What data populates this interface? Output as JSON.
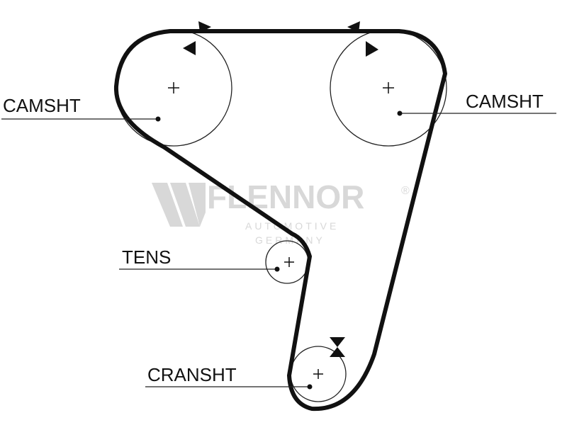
{
  "labels": {
    "camshaft_left": "CAMSHT",
    "camshaft_right": "CAMSHT",
    "tensioner": "TENS",
    "crankshaft": "CRANSHT"
  },
  "watermark": {
    "brand": "FLENNOR",
    "line1": "AUTOMOTIVE",
    "line2": "GERMANY",
    "registered": "®"
  },
  "colors": {
    "belt": "#111111",
    "pulley": "#222222",
    "label_text": "#111111",
    "watermark": "#d8d8d8"
  },
  "icons": {
    "watermark_logo": "flennor-logo-icon",
    "direction_marker": "triangle-arrow-icon",
    "center_mark": "crosshair-icon"
  }
}
